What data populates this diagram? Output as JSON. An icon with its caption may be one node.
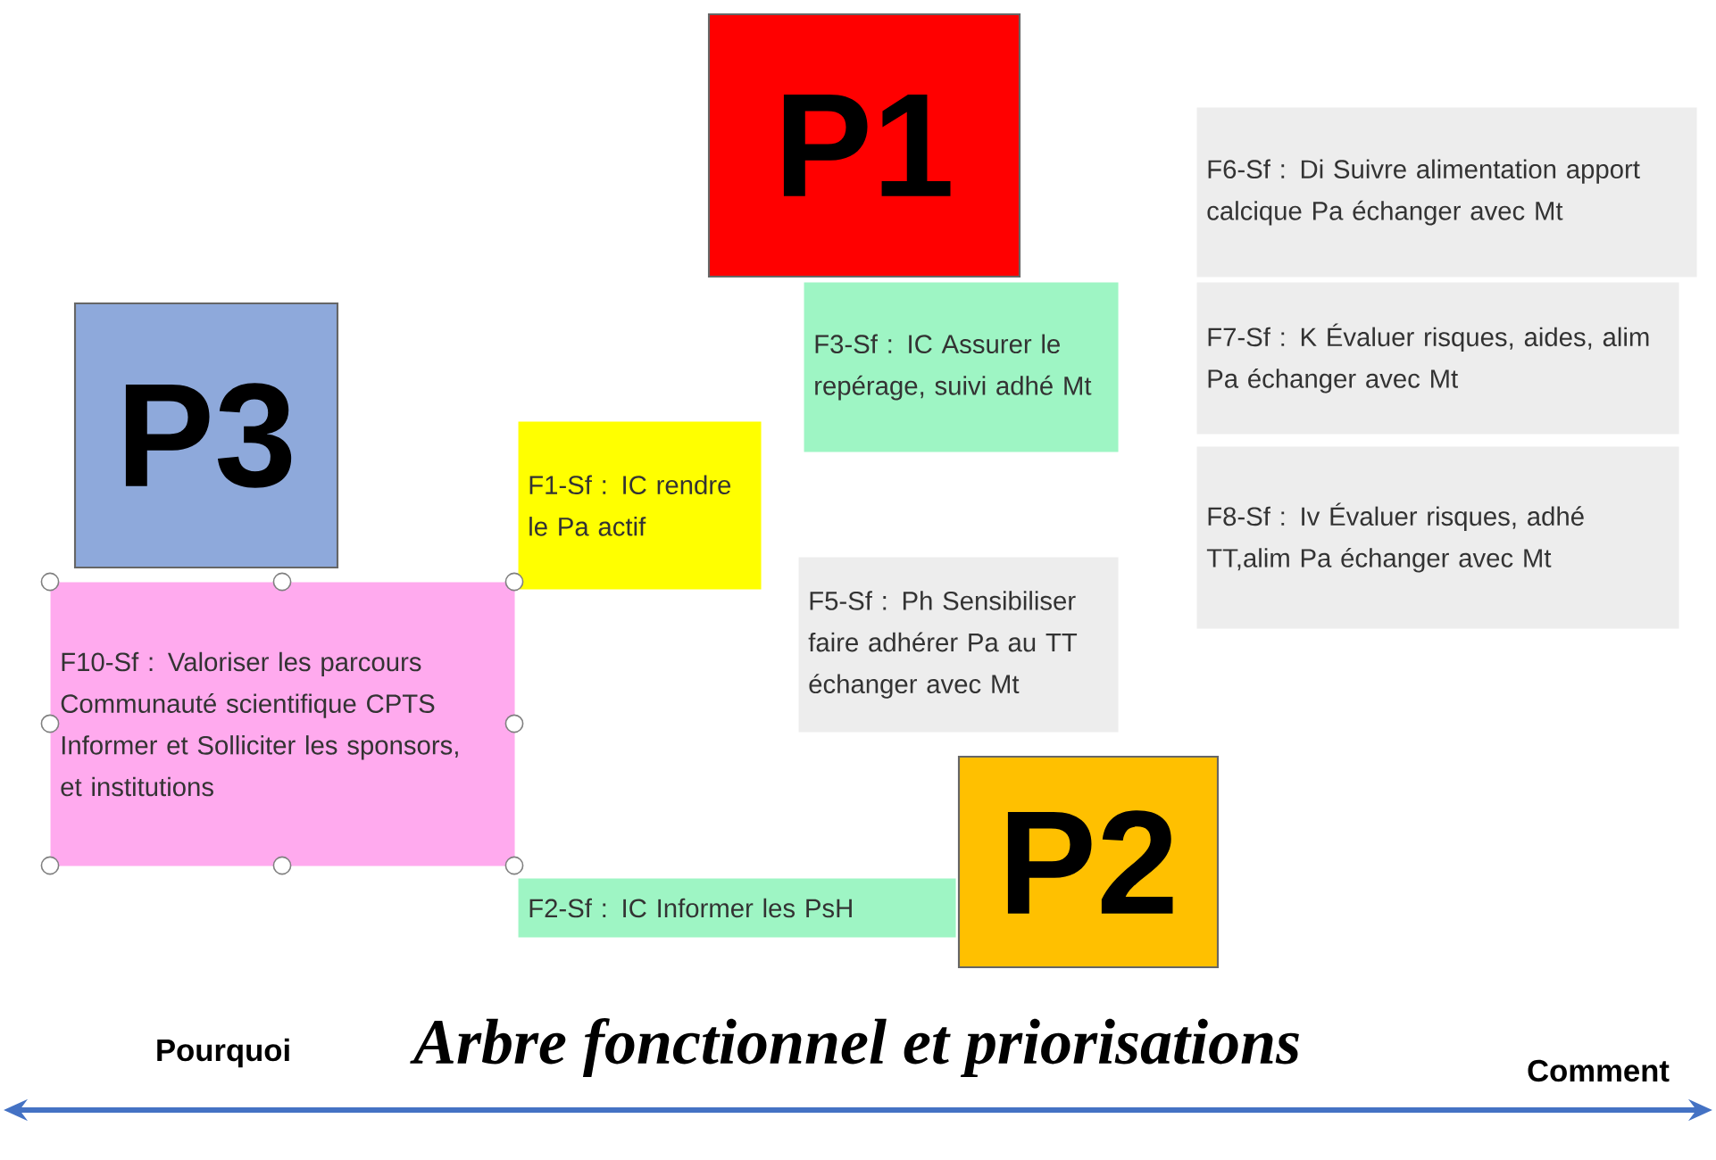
{
  "diagram": {
    "title": "Arbre fonctionnel et priorisations",
    "nodes": [
      {
        "text": [
          "P1"
        ]
      },
      {
        "text": [
          "F6-Sf : Di Suivre alimentation apport calcique Pa échanger avec Mt"
        ]
      },
      {
        "text": [
          "F3-Sf : IC Assurer le repérage, suivi adhé Mt"
        ]
      },
      {
        "text": [
          "F7-Sf : K Évaluer risques, aides, alim Pa échanger avec Mt"
        ]
      },
      {
        "text": [
          "P3"
        ]
      },
      {
        "text": [
          "F1-Sf : IC rendre le Pa actif"
        ]
      },
      {
        "text": [
          "F8-Sf : Iv Évaluer risques, adhé TT,alim Pa échanger avec Mt"
        ]
      },
      {
        "text": [
          "F10-Sf : Valoriser les parcours Communauté scientifique CPTS Informer et Solliciter les sponsors, et institutions"
        ]
      },
      {
        "text": [
          "F5-Sf : Ph Sensibiliser faire adhérer Pa au TT échanger avec Mt"
        ]
      },
      {
        "text": [
          "P2"
        ]
      },
      {
        "text": [
          "F2-Sf : IC Informer les PsH"
        ]
      }
    ],
    "labels": [
      "Pourquoi",
      "Comment"
    ]
  }
}
